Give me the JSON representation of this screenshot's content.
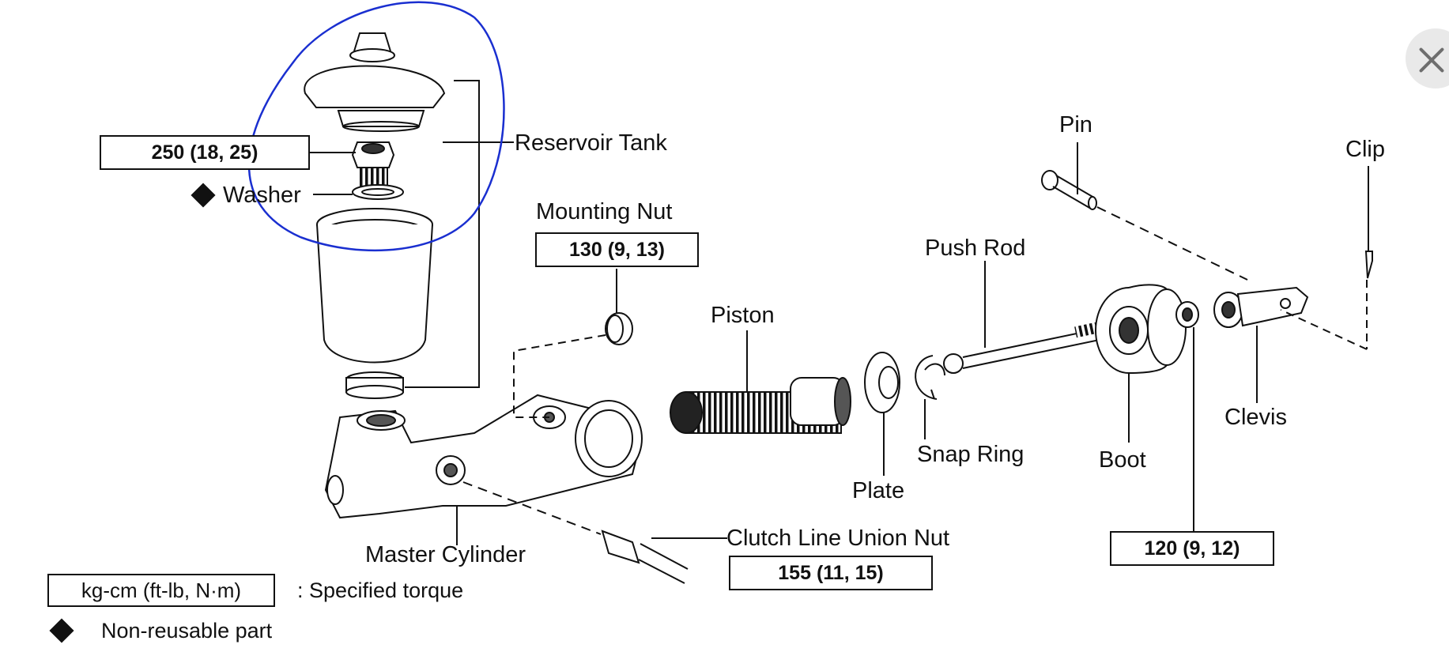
{
  "labels": {
    "reservoir_tank": "Reservoir Tank",
    "washer": "Washer",
    "mounting_nut": "Mounting Nut",
    "piston": "Piston",
    "push_rod": "Push Rod",
    "pin": "Pin",
    "clip": "Clip",
    "clevis": "Clevis",
    "boot": "Boot",
    "snap_ring": "Snap Ring",
    "plate": "Plate",
    "master_cylinder": "Master Cylinder",
    "clutch_line_union_nut": "Clutch Line Union Nut"
  },
  "torque": {
    "reservoir": "250 (18,  25)",
    "mounting_nut": "130 (9,  13)",
    "clutch_line": "155 (11,  15)",
    "clevis_nut": "120 (9,  12)"
  },
  "legend": {
    "unit_box": "kg-cm (ft-lb, N·m)",
    "unit_desc": ":  Specified torque",
    "nonreusable": "Non-reusable part"
  },
  "colors": {
    "annotation_circle": "#1a2fd0",
    "ink": "#111111"
  },
  "icons": {
    "close": "close-icon",
    "diamond": "diamond-icon"
  }
}
